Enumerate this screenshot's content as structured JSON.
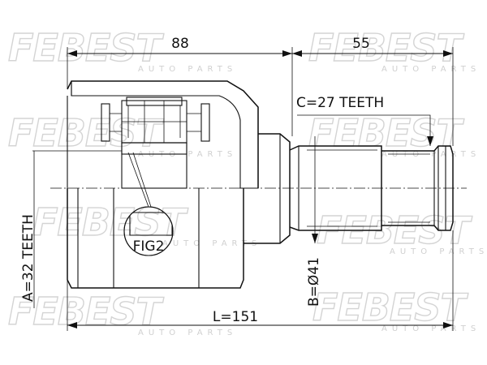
{
  "watermark": {
    "brand": "FEBEST",
    "tagline": "AUTO PARTS"
  },
  "dimensions": {
    "top_left": "88",
    "top_right": "55",
    "overall_length": "L=151",
    "spline_outer": "C=27 TEETH",
    "spline_inner": "A=32 TEETH",
    "seal_diameter": "B=Ø41"
  },
  "callouts": {
    "figure": "FIG2"
  }
}
